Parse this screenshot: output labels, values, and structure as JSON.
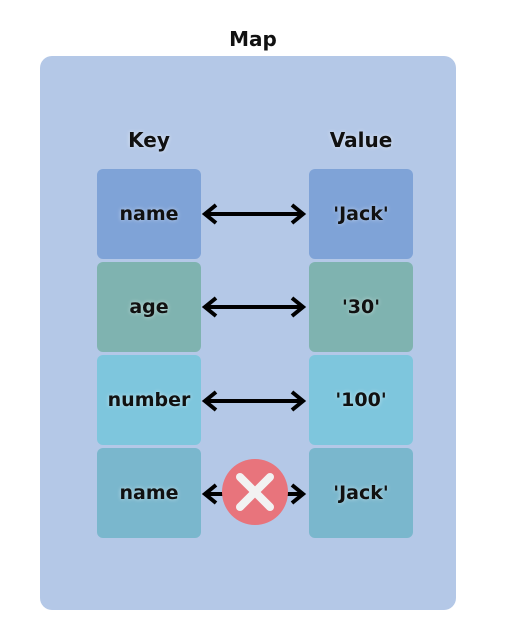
{
  "title": "Map",
  "headers": {
    "key": "Key",
    "value": "Value"
  },
  "rows": [
    {
      "key": "name",
      "value": "'Jack'",
      "color": "#7fa3d7",
      "rejected": false
    },
    {
      "key": "age",
      "value": "'30'",
      "color": "#7fb3b0",
      "rejected": false
    },
    {
      "key": "number",
      "value": "'100'",
      "color": "#7ec6dd",
      "rejected": false
    },
    {
      "key": "name",
      "value": "'Jack'",
      "color": "#7ab7cd",
      "rejected": true
    }
  ],
  "colors": {
    "panel": "#b4c8e7",
    "arrow": "#000000",
    "reject_circle": "#e8747c",
    "reject_cross": "#f2f2f2"
  },
  "icons": {
    "mapping": "double-arrow-icon",
    "rejected": "close-icon"
  }
}
